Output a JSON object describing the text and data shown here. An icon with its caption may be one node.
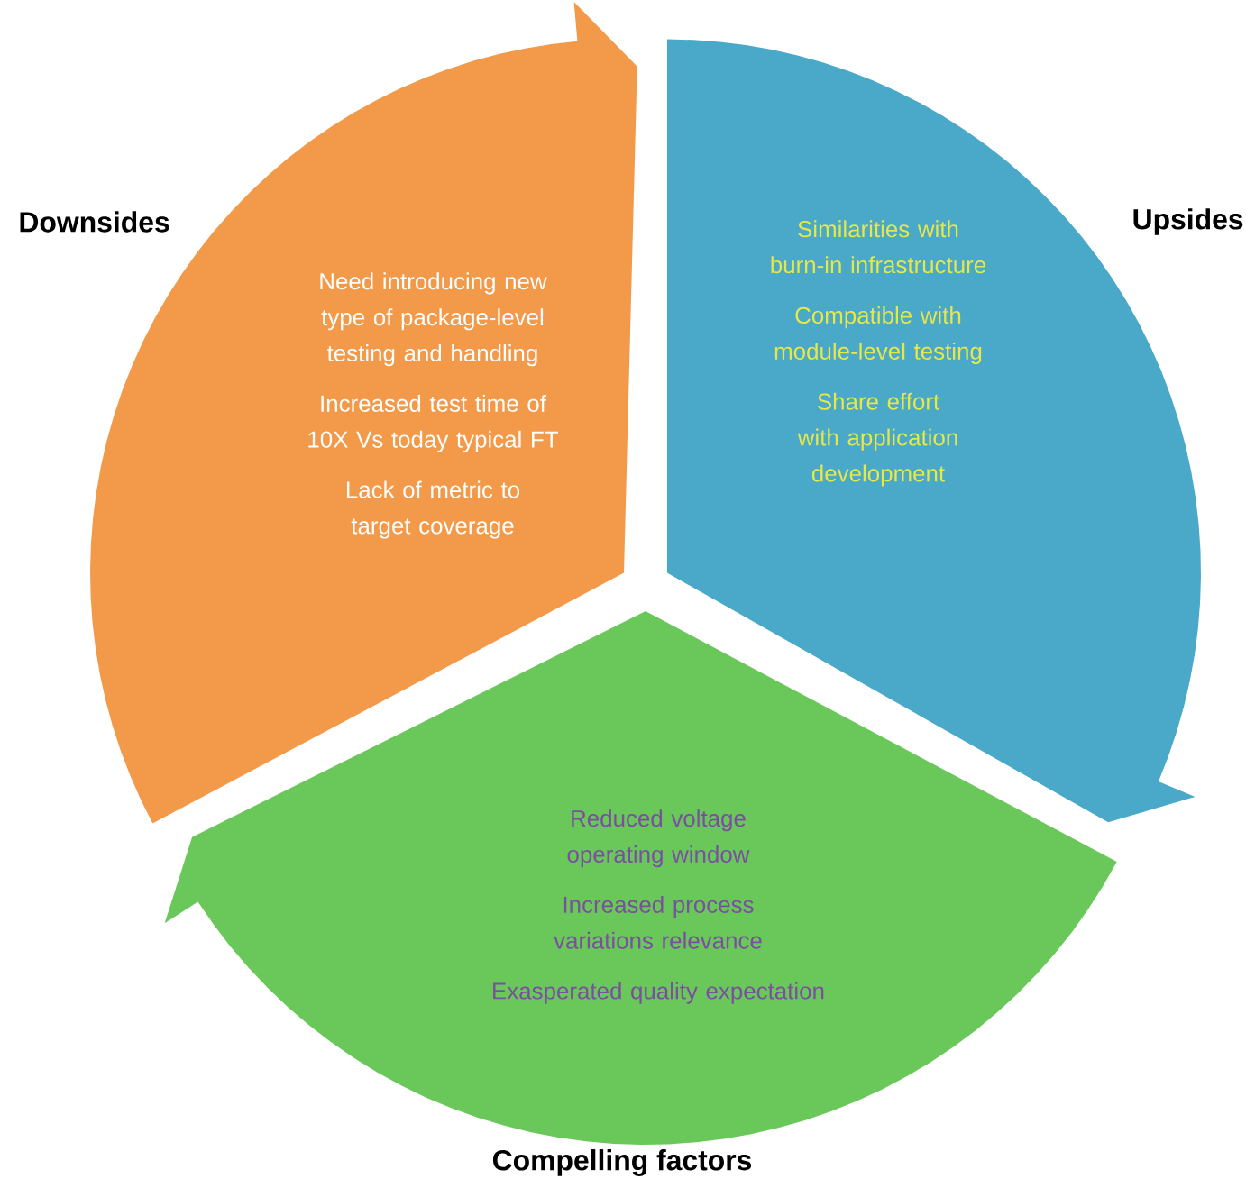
{
  "diagram": {
    "nodes": [
      {
        "text": [
          "Downsides",
          "Need introducing new type of package-level testing and handling",
          "Increased test time of 10X Vs today typical FT",
          "Lack of metric to target coverage"
        ]
      },
      {
        "text": [
          "Upsides",
          "Similarities with burn-in infrastructure",
          "Compatible with module-level testing",
          "Share effort with application development"
        ]
      },
      {
        "text": [
          "Compelling factors",
          "Reduced voltage operating window",
          "Increased process variations relevance",
          "Exasperated quality expectation"
        ]
      }
    ]
  }
}
